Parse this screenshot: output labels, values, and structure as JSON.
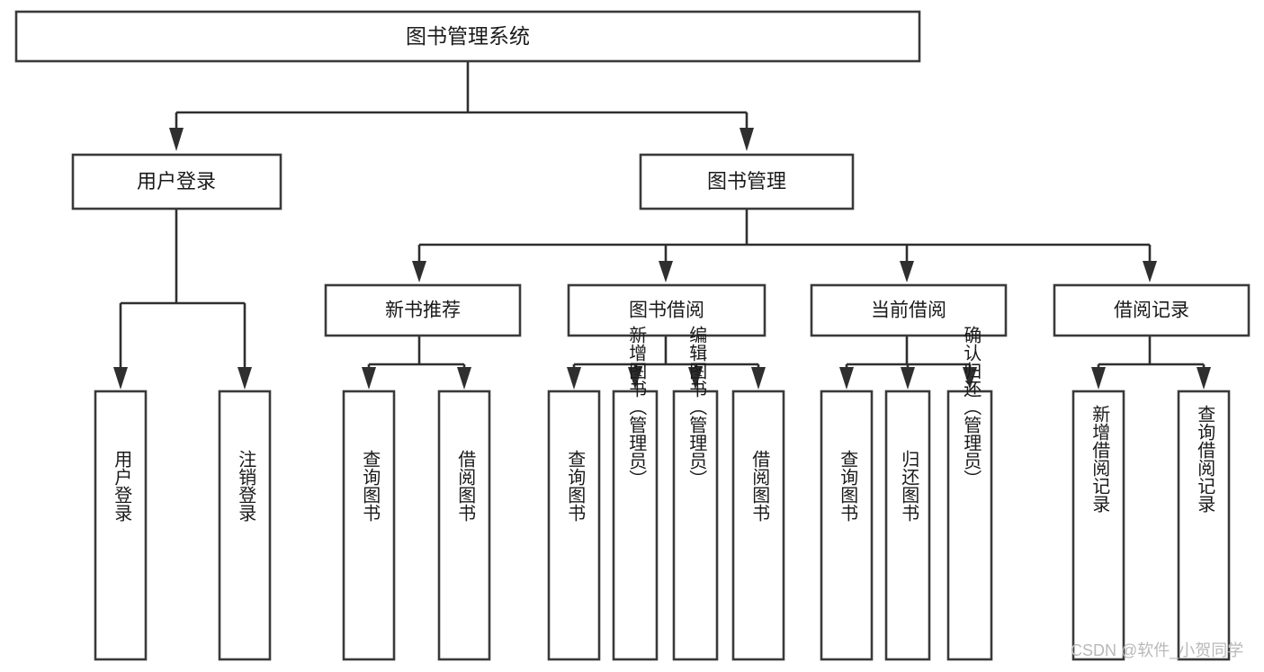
{
  "diagram": {
    "type": "tree-hierarchy",
    "title": "图书管理系统",
    "watermark": "CSDN @软件_小贺同学",
    "colors": {
      "box_stroke": "#3a3a3a",
      "box_fill": "#ffffff",
      "connector": "#2f2f2f",
      "text": "#1a1a1a",
      "watermark": "#b9b9b9",
      "background": "#ffffff"
    },
    "root": {
      "id": "root",
      "label": "图书管理系统"
    },
    "level2": [
      {
        "id": "user-login",
        "label": "用户登录"
      },
      {
        "id": "book-manage",
        "label": "图书管理"
      }
    ],
    "level3": [
      {
        "id": "new-book-recommend",
        "label": "新书推荐",
        "parent": "book-manage"
      },
      {
        "id": "book-borrow",
        "label": "图书借阅",
        "parent": "book-manage"
      },
      {
        "id": "current-borrow",
        "label": "当前借阅",
        "parent": "book-manage"
      },
      {
        "id": "borrow-record",
        "label": "借阅记录",
        "parent": "book-manage"
      }
    ],
    "leaves": [
      {
        "id": "leaf-user-login",
        "label": "用户登录",
        "parent": "user-login"
      },
      {
        "id": "leaf-logout",
        "label": "注销登录",
        "parent": "user-login"
      },
      {
        "id": "leaf-query-book-1",
        "label": "查询图书",
        "parent": "new-book-recommend"
      },
      {
        "id": "leaf-borrow-book-1",
        "label": "借阅图书",
        "parent": "new-book-recommend"
      },
      {
        "id": "leaf-query-book-2",
        "label": "查询图书",
        "parent": "book-borrow"
      },
      {
        "id": "leaf-add-book-admin",
        "label": "新增图书（管理员）",
        "parent": "book-borrow"
      },
      {
        "id": "leaf-edit-book-admin",
        "label": "编辑图书（管理员）",
        "parent": "book-borrow"
      },
      {
        "id": "leaf-borrow-book-2",
        "label": "借阅图书",
        "parent": "book-borrow"
      },
      {
        "id": "leaf-query-book-3",
        "label": "查询图书",
        "parent": "current-borrow"
      },
      {
        "id": "leaf-return-book",
        "label": "归还图书",
        "parent": "current-borrow"
      },
      {
        "id": "leaf-confirm-return-admin",
        "label": "确认归还（管理员）",
        "parent": "current-borrow"
      },
      {
        "id": "leaf-add-borrow-record",
        "label": "新增借阅记录",
        "parent": "borrow-record"
      },
      {
        "id": "leaf-query-borrow-record",
        "label": "查询借阅记录",
        "parent": "borrow-record"
      }
    ]
  }
}
